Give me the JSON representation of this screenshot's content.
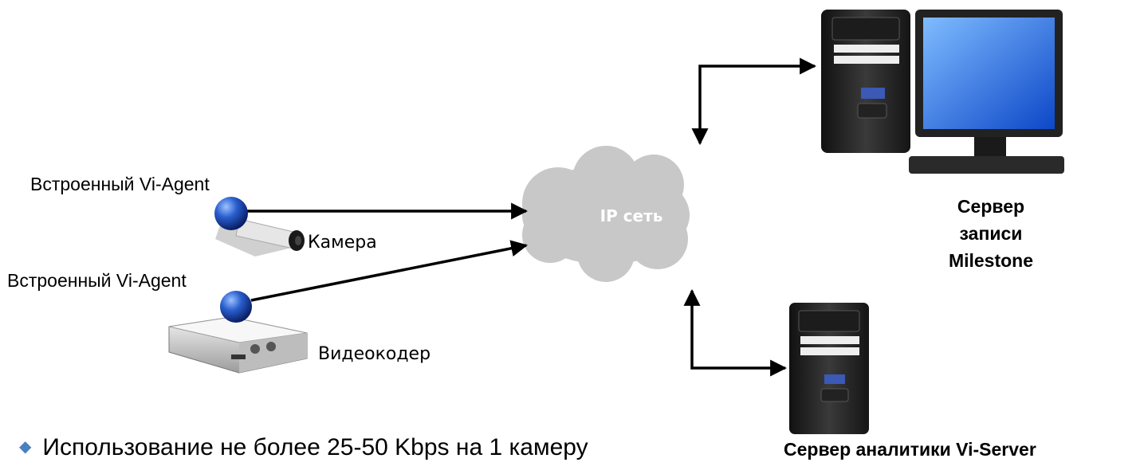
{
  "labels": {
    "agent_1": "Встроенный Vi-Agent",
    "agent_2": "Встроенный Vi-Agent",
    "camera": "Камера",
    "encoder": "Видеокодер",
    "network": "IP сеть",
    "server_recording": [
      "Сервер",
      "записи",
      "Milestone"
    ],
    "server_analytics": "Сервер аналитики Vi-Server",
    "bullet": "Использование не более 25-50 Kbps на 1 камеру"
  },
  "icons": {
    "cloud": "cloud-icon",
    "agent_marker": "blue-sphere-icon",
    "camera": "ip-camera-icon",
    "encoder": "video-encoder-icon",
    "workstation": "desktop-computer-icon",
    "tower": "server-tower-icon",
    "bullet": "diamond-bullet-icon"
  },
  "colors": {
    "cloud": "#c8c8c8",
    "network_text": "#ffffff",
    "agent_sphere": "#1f4fb0",
    "bullet": "#4a7fc0",
    "arrow": "#000000"
  }
}
